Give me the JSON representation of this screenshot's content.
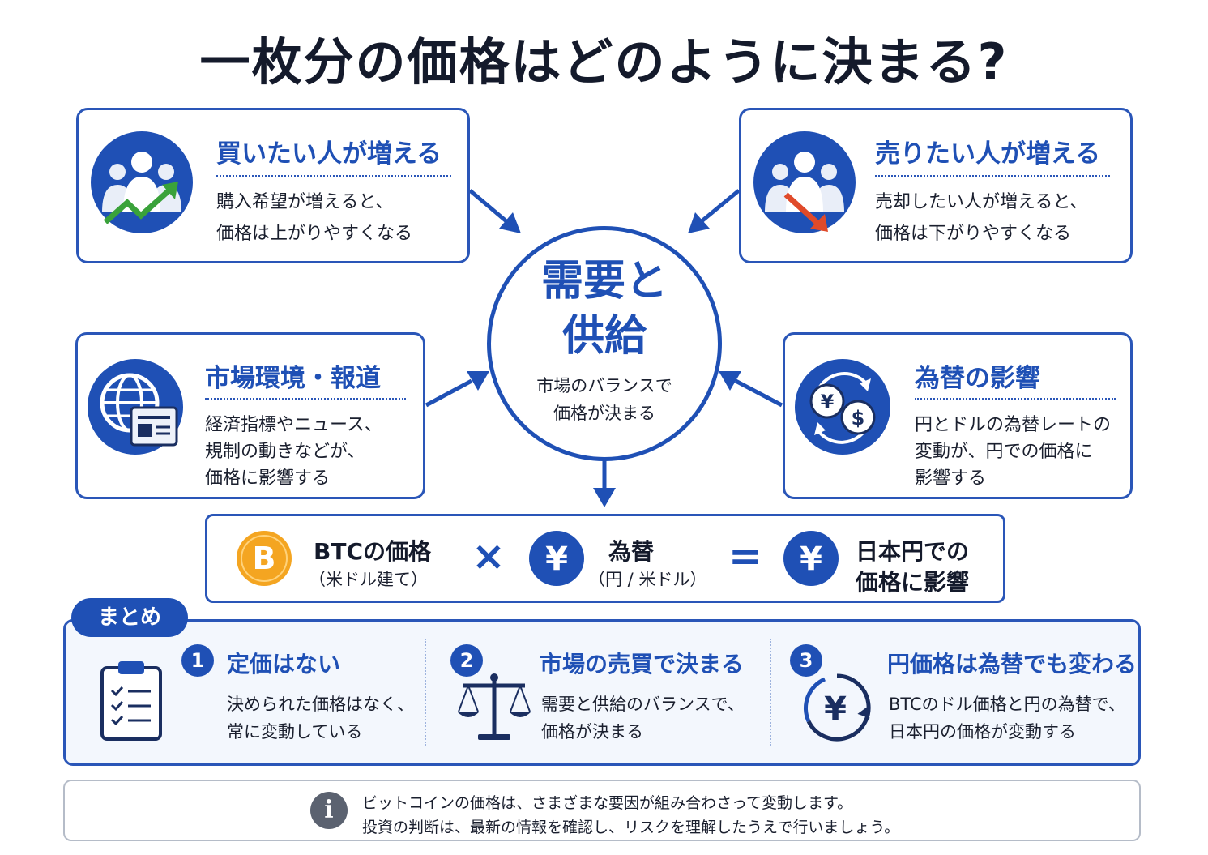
{
  "title": "一枚分の価格はどのように決まる?",
  "center": {
    "title_line1": "需要と",
    "title_line2": "供給",
    "sub_line1": "市場のバランスで",
    "sub_line2": "価格が決まる"
  },
  "cards": {
    "buyers": {
      "title": "買いたい人が増える",
      "body_line1": "購入希望が増えると、",
      "body_line2": "価格は上がりやすくなる"
    },
    "sellers": {
      "title": "売りたい人が増える",
      "body_line1": "売却したい人が増えると、",
      "body_line2": "価格は下がりやすくなる"
    },
    "market": {
      "title": "市場環境・報道",
      "body_line1": "経済指標やニュース、",
      "body_line2": "規制の動きなどが、",
      "body_line3": "価格に影響する"
    },
    "fx": {
      "title": "為替の影響",
      "body_line1": "円とドルの為替レートの",
      "body_line2": "変動が、円での価格に",
      "body_line3": "影響する"
    }
  },
  "formula": {
    "btc_main": "BTCの価格",
    "btc_sub": "（米ドル建て）",
    "times": "×",
    "fx_main": "為替",
    "fx_sub": "（円 / 米ドル）",
    "equals": "=",
    "result_line1": "日本円での",
    "result_line2": "価格に影響",
    "btc_symbol": "B",
    "yen_symbol": "¥"
  },
  "summary": {
    "tag": "まとめ",
    "items": [
      {
        "number": "1",
        "title": "定価はない",
        "body_line1": "決められた価格はなく、",
        "body_line2": "常に変動している"
      },
      {
        "number": "2",
        "title": "市場の売買で決まる",
        "body_line1": "需要と供給のバランスで、",
        "body_line2": "価格が決まる"
      },
      {
        "number": "3",
        "title": "円価格は為替でも変わる",
        "body_line1": "BTCのドル価格と円の為替で、",
        "body_line2": "日本円の価格が変動する"
      }
    ]
  },
  "note": {
    "icon": "i",
    "line1": "ビットコインの価格は、さまざまな要因が組み合わさって変動します。",
    "line2": "投資の判断は、最新の情報を確認し、リスクを理解したうえで行いましょう。"
  },
  "colors": {
    "primary": "#1f50b5",
    "border": "#2a56b8",
    "up_arrow": "#3aa23a",
    "down_arrow": "#e04a2a",
    "bitcoin": "#f4a521"
  },
  "icons": {
    "buyers": "people-growth-icon",
    "sellers": "people-decline-icon",
    "market": "globe-news-icon",
    "fx": "yen-dollar-exchange-icon",
    "summary1": "clipboard-checklist-icon",
    "summary2": "balance-scale-icon",
    "summary3": "yen-cycle-icon"
  }
}
